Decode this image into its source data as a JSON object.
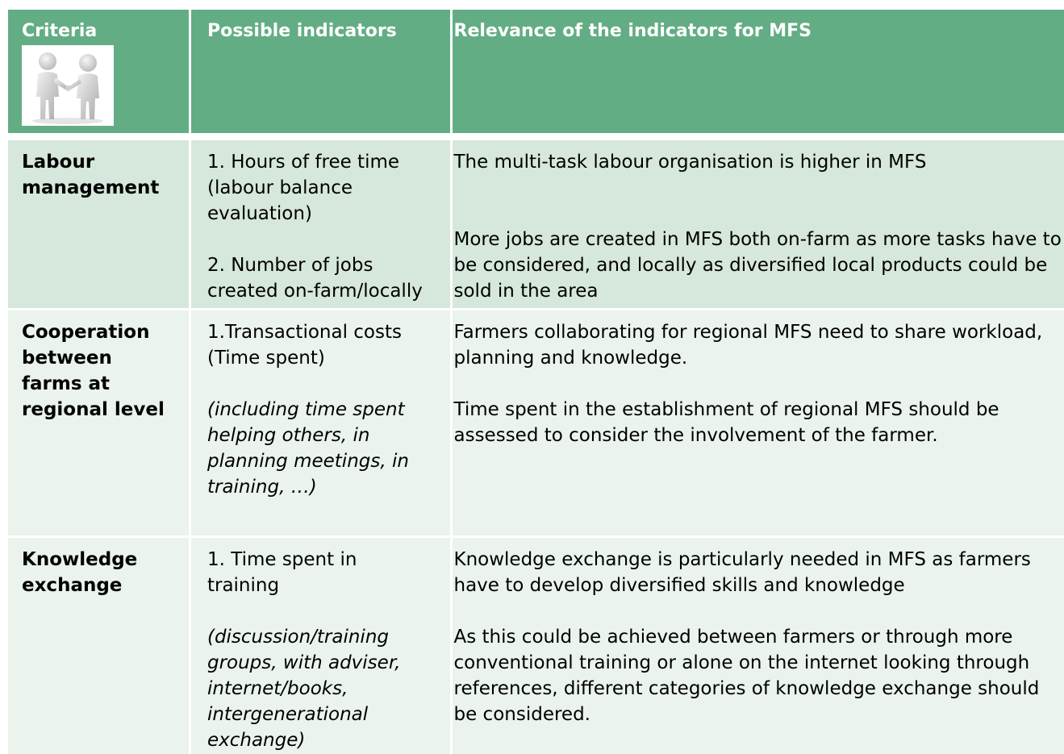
{
  "header": {
    "criteria": "Criteria",
    "possible_indicators": "Possible indicators",
    "relevance": "Relevance of the indicators for MFS",
    "image_icon": "handshake-figures-icon"
  },
  "rows": [
    {
      "criteria": "Labour management",
      "indicators": [
        "1. Hours of free time (labour balance evaluation)",
        "2. Number of jobs created on-farm/locally"
      ],
      "relevance": [
        "The multi-task labour organisation is higher in MFS",
        "More jobs are created in MFS both on-farm as more tasks have to be considered, and locally as diversified local products could be sold in the area"
      ]
    },
    {
      "criteria": "Cooperation between farms at regional level",
      "indicators": [
        "1.Transactional costs (Time spent)",
        "(including time spent helping others, in planning meetings, in training, …)"
      ],
      "relevance": [
        "Farmers collaborating for regional MFS need to share workload, planning and knowledge.",
        "Time spent in the establishment of regional MFS should be assessed to consider the involvement of the farmer."
      ]
    },
    {
      "criteria": "Knowledge exchange",
      "indicators": [
        "1. Time spent in training",
        "(discussion/training groups, with adviser, internet/books, intergenerational exchange)"
      ],
      "relevance": [
        "Knowledge exchange is particularly needed in MFS as farmers have to develop diversified skills and knowledge",
        "As this could be achieved between farmers or through more conventional training or alone on the internet looking through references, different categories of knowledge exchange should be considered."
      ]
    }
  ],
  "colors": {
    "header_bg": "#63ad84",
    "row1_bg": "#d6e7db",
    "row_bg": "#ebf3ed",
    "header_text": "#ffffff"
  }
}
